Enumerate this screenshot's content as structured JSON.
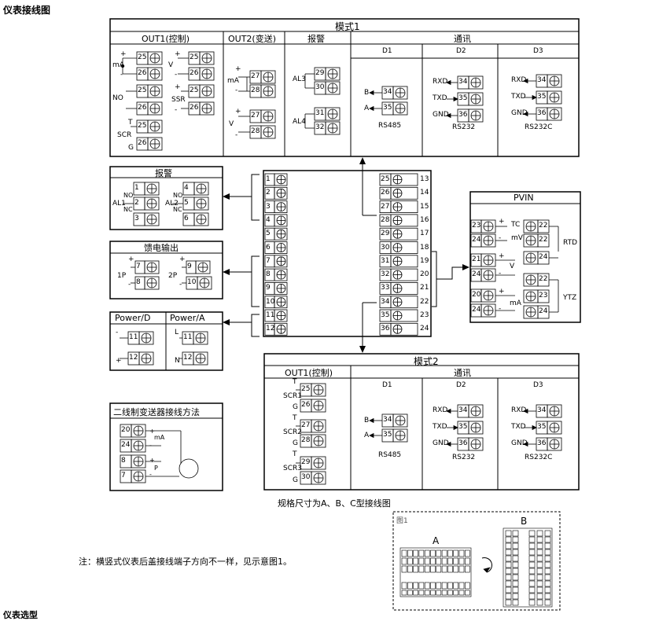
{
  "page_title": "仪表接线图",
  "mode1": {
    "title": "模式1",
    "out1": "OUT1(控制)",
    "out2": "OUT2(变送)",
    "alarm": "报警",
    "comm": "通讯",
    "d1": "D1",
    "d2": "D2",
    "d3": "D3",
    "rs485": "RS485",
    "rs232": "RS232",
    "rs232c": "RS232C"
  },
  "mode2": {
    "title": "模式2",
    "out1": "OUT1(控制)",
    "comm": "通讯",
    "d1": "D1",
    "d2": "D2",
    "d3": "D3",
    "rs485": "RS485",
    "rs232": "RS232",
    "rs232c": "RS232C"
  },
  "alarm_box": {
    "title": "报警"
  },
  "feed_box": {
    "title": "馈电输出"
  },
  "power_box": {
    "power_d": "Power/D",
    "power_a": "Power/A"
  },
  "transmitter_box": {
    "title": "二线制变送器接线方法"
  },
  "pvin_box": {
    "title": "PVIN"
  },
  "terminal_left": [
    "1",
    "2",
    "3",
    "4",
    "5",
    "6",
    "7",
    "8",
    "9",
    "10",
    "11",
    "12"
  ],
  "terminal_mid": [
    "25",
    "26",
    "27",
    "28",
    "29",
    "30",
    "31",
    "32",
    "33",
    "34",
    "35",
    "36"
  ],
  "terminal_right": [
    "13",
    "14",
    "15",
    "16",
    "17",
    "18",
    "19",
    "20",
    "21",
    "22",
    "23",
    "24"
  ],
  "labels": {
    "mA": "mA",
    "V": "V",
    "NO": "NO",
    "NC": "NC",
    "SSR": "SSR",
    "SCR": "SCR",
    "T": "T",
    "G": "G",
    "AL1": "AL1",
    "AL2": "AL2",
    "AL3": "AL3",
    "AL4": "AL4",
    "B": "B",
    "A": "A",
    "RXD": "RXD",
    "TXD": "TXD",
    "GND": "GND",
    "P1": "1P",
    "P2": "2P",
    "L": "L",
    "N": "N",
    "TC": "TC",
    "mV": "mV",
    "RTD": "RTD",
    "YTZ": "YTZ",
    "P": "P",
    "SCR1": "SCR1",
    "SCR2": "SCR2",
    "SCR3": "SCR3",
    "plus": "+",
    "minus": "-"
  },
  "caption": "规格尺寸为A、B、C型接线图",
  "note": "注：横竖式仪表后盖接线端子方向不一样，见示意图1。",
  "figure1": {
    "label": "图1",
    "a": "A",
    "b": "B"
  },
  "bottom_heading": "仪表选型"
}
